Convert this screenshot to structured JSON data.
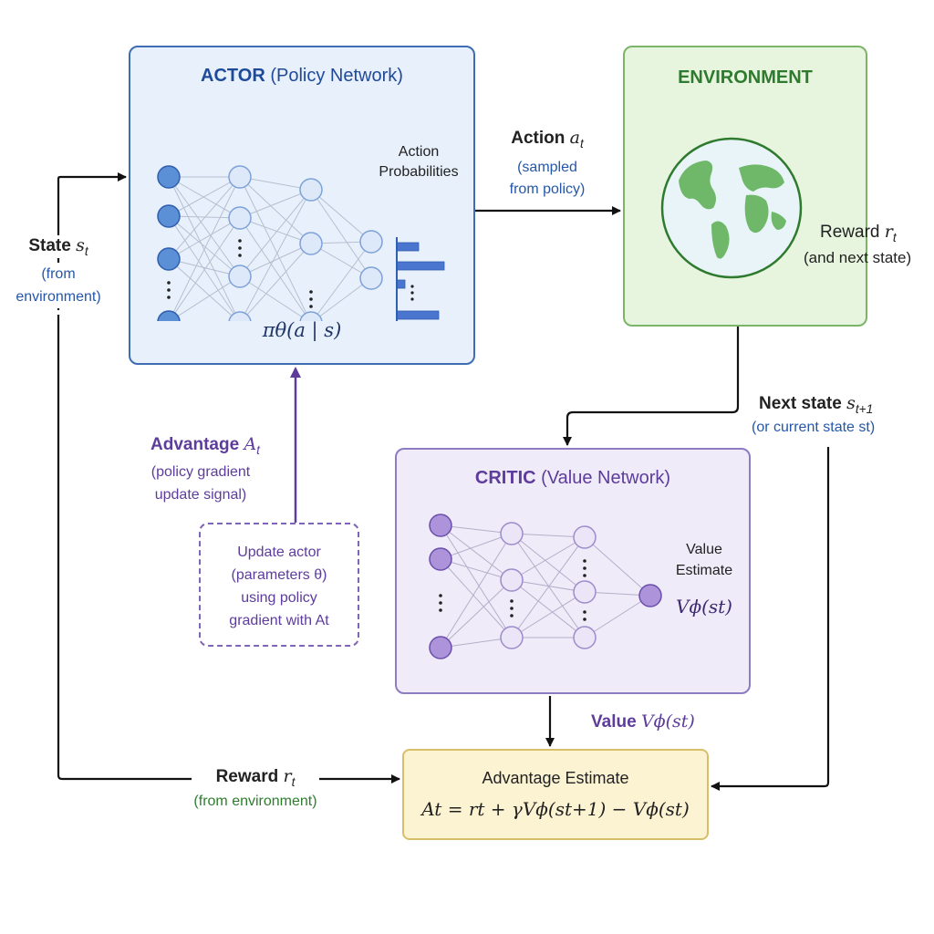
{
  "actor": {
    "title_bold": "ACTOR",
    "title_rest": "(Policy Network)",
    "action_probs_line1": "Action",
    "action_probs_line2": "Probabilities",
    "policy_formula": "πθ(a | s)"
  },
  "environment": {
    "title": "ENVIRONMENT",
    "reward_label": "Reward",
    "reward_symbol": "r",
    "reward_sub": "t",
    "reward_note": "(and next state)"
  },
  "critic": {
    "title_bold": "CRITIC",
    "title_rest": "(Value Network)",
    "value_estimate_line1": "Value",
    "value_estimate_line2": "Estimate",
    "value_formula": "Vϕ(st)"
  },
  "advantage_estimate": {
    "title": "Advantage Estimate",
    "formula": "At = rt + γVϕ(st+1) − Vϕ(st)"
  },
  "update_box": {
    "line1": "Update actor",
    "line2": "(parameters θ)",
    "line3": "using policy",
    "line4": "gradient with At"
  },
  "labels": {
    "action": "Action",
    "action_symbol": "a",
    "action_sub": "t",
    "action_note1": "(sampled",
    "action_note2": "from policy)",
    "state": "State",
    "state_symbol": "s",
    "state_sub": "t",
    "state_note1": "(from",
    "state_note2": "environment)",
    "next_state": "Next state",
    "next_state_symbol": "s",
    "next_state_sub": "t+1",
    "next_state_note": "(or current state st)",
    "advantage": "Advantage",
    "advantage_symbol": "A",
    "advantage_sub": "t",
    "advantage_note1": "(policy gradient",
    "advantage_note2": "update signal)",
    "value": "Value",
    "value_formula": "Vϕ(st)",
    "reward": "Reward",
    "reward_symbol": "r",
    "reward_sub": "t",
    "reward_note": "(from environment)"
  },
  "colors": {
    "actor_accent": "#1f4a9a",
    "environment_accent": "#2e7a2e",
    "critic_accent": "#5d3c9c",
    "advantage_fill": "#fcf3d3"
  }
}
